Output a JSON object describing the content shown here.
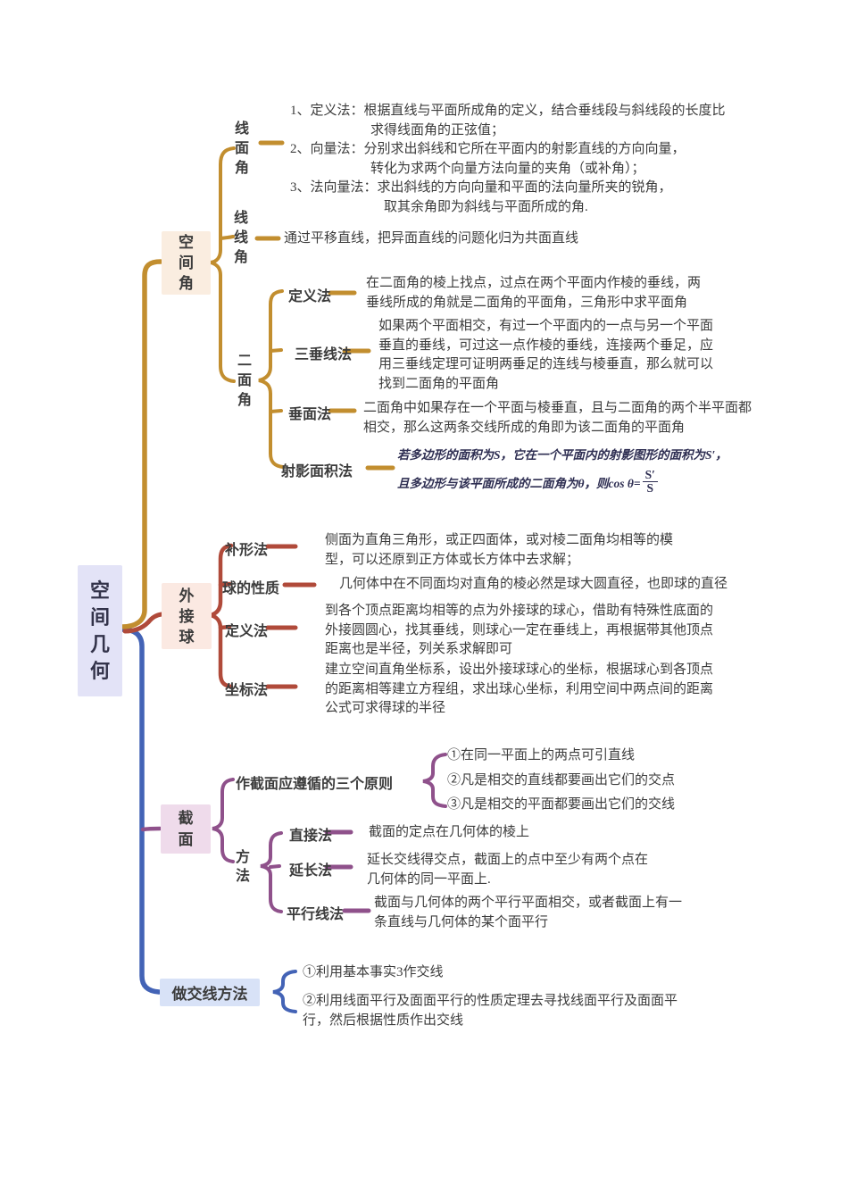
{
  "colors": {
    "gold": "#C28E2F",
    "red": "#B04A3A",
    "purple": "#8F518B",
    "blue": "#4363B6",
    "bg-root": "#E3E3F7",
    "bg-angle": "#FAEDE0",
    "bg-sphere": "#FBE9E2",
    "bg-section": "#EFDBEB",
    "bg-line": "#D8E2F7",
    "text": "#3C3C3C",
    "formula": "#2E2E52"
  },
  "root": {
    "label": "空间几何"
  },
  "branches": {
    "kongjianjiao": {
      "label": "空间角",
      "xianmianjiao": {
        "label": "线面角",
        "content": "1、定义法：根据直线与平面所成角的定义，结合垂线段与斜线段的长度比\n　　　　　　求得线面角的正弦值；\n2、向量法：分别求出斜线和它所在平面内的射影直线的方向向量，\n　　　　　　转化为求两个向量方法向量的夹角（或补角）；\n3、法向量法：求出斜线的方向向量和平面的法向量所夹的锐角，\n　　　　　　　取其余角即为斜线与平面所成的角."
      },
      "xianxianjiao": {
        "label": "线线角",
        "content": "通过平移直线，把异面直线的问题化归为共面直线"
      },
      "ermianjiao": {
        "label": "二面角",
        "dingyifa": {
          "label": "定义法",
          "content": "在二面角的棱上找点，过点在两个平面内作棱的垂线，两\n垂线所成的角就是二面角的平面角，三角形中求平面角"
        },
        "sanchuixianfa": {
          "label": "三垂线法",
          "content": "如果两个平面相交，有过一个平面内的一点与另一个平面\n垂直的垂线，可过这一点作棱的垂线，连接两个垂足，应\n用三垂线定理可证明两垂足的连线与棱垂直，那么就可以\n找到二面角的平面角"
        },
        "chuimianfa": {
          "label": "垂面法",
          "content": "二面角中如果存在一个平面与棱垂直，且与二面角的两个半平面都\n相交，那么这两条交线所成的角即为该二面角的平面角"
        },
        "sheyingmianjifa": {
          "label": "射影面积法",
          "line1": "若多边形的面积为S，它在一个平面内的射影图形的面积为S′，",
          "line2_prefix": "且多边形与该平面所成的二面角为θ，则cos θ=",
          "frac_top": "S′",
          "frac_bottom": "S"
        }
      }
    },
    "waijieqiu": {
      "label": "外接球",
      "buxingfa": {
        "label": "补形法",
        "content": "侧面为直角三角形，或正四面体，或对棱二面角均相等的模\n型，可以还原到正方体或长方体中去求解；"
      },
      "qiudexingzhi": {
        "label": "球的性质",
        "content": "几何体中在不同面均对直角的棱必然是球大圆直径，也即球的直径"
      },
      "dingyifa": {
        "label": "定义法",
        "content": "到各个顶点距离均相等的点为外接球的球心，借助有特殊性底面的\n外接圆圆心，找其垂线，则球心一定在垂线上，再根据带其他顶点\n距离也是半径，列关系求解即可"
      },
      "zuobiaofa": {
        "label": "坐标法",
        "content": "建立空间直角坐标系，设出外接球球心的坐标，根据球心到各顶点\n的距离相等建立方程组，求出球心坐标，利用空间中两点间的距离\n公式可求得球的半径"
      }
    },
    "jiemian": {
      "label": "截面",
      "yuanze": {
        "label": "作截面应遵循的三个原则",
        "items": "①在同一平面上的两点可引直线\n②凡是相交的直线都要画出它们的交点\n③凡是相交的平面都要画出它们的交线"
      },
      "fangfa": {
        "label": "方法",
        "zhijiefa": {
          "label": "直接法",
          "content": "截面的定点在几何体的棱上"
        },
        "yanchangfa": {
          "label": "延长法",
          "content": "延长交线得交点，截面上的点中至少有两个点在\n几何体的同一平面上."
        },
        "pingxingxianfa": {
          "label": "平行线法",
          "content": "截面与几何体的两个平行平面相交，或者截面上有一\n条直线与几何体的某个面平行"
        }
      }
    },
    "zuojiaoxian": {
      "label": "做交线方法",
      "item1": "①利用基本事实3作交线",
      "item2": "②利用线面平行及面面平行的性质定理去寻找线面平行及面面平\n行，然后根据性质作出交线"
    }
  }
}
